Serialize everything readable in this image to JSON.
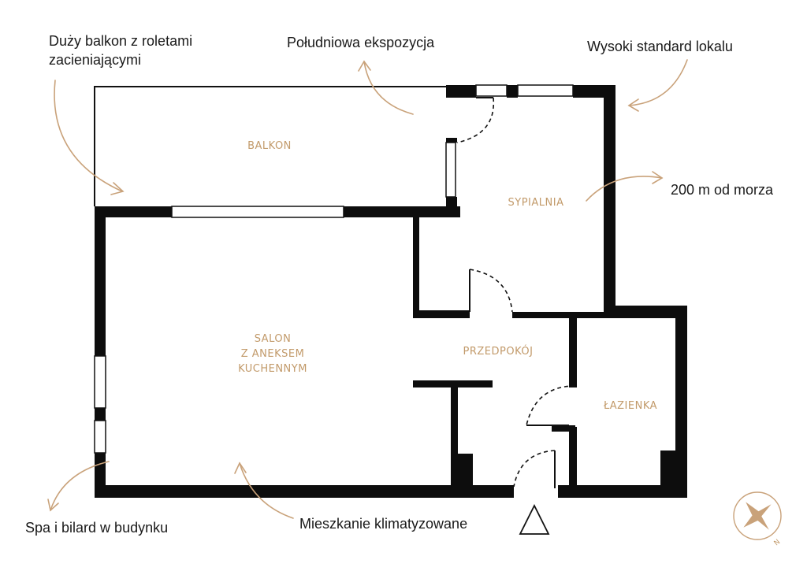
{
  "annotations": {
    "balcony": [
      "Duży balkon z roletami",
      "zacieniającymi"
    ],
    "south": "Południowa ekspozycja",
    "standard": "Wysoki standard lokalu",
    "sea": "200 m od morza",
    "spa": "Spa i bilard w budynku",
    "aircon": "Mieszkanie klimatyzowane"
  },
  "rooms": {
    "balcony": "BALKON",
    "bedroom": "SYPIALNIA",
    "living": [
      "SALON",
      "Z ANEKSEM",
      "KUCHENNYM"
    ],
    "hall": "PRZEDPOKÓJ",
    "bathroom": "ŁAZIENKA"
  },
  "compass": {
    "north_label": "N"
  },
  "colors": {
    "wall": "#0d0d0d",
    "room_label": "#c29a6a",
    "arrow": "#c9a27a",
    "text": "#1a1a1a"
  }
}
